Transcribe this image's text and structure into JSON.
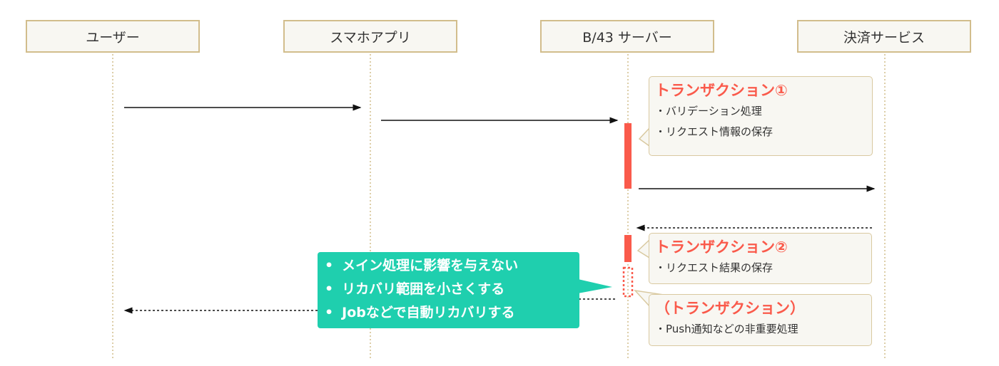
{
  "actors": [
    {
      "label": "ユーザー"
    },
    {
      "label": "スマホアプリ"
    },
    {
      "label": "B/43 サーバー"
    },
    {
      "label": "決済サービス"
    }
  ],
  "notes": [
    {
      "title": "トランザクション①",
      "items": [
        "・バリデーション処理",
        "・リクエスト情報の保存"
      ]
    },
    {
      "title": "トランザクション②",
      "items": [
        "・リクエスト結果の保存"
      ]
    },
    {
      "title": "（トランザクション）",
      "items": [
        "・Push通知などの非重要処理"
      ]
    }
  ],
  "callout": {
    "items": [
      "メイン処理に影響を与えない",
      "リカバリ範囲を小さくする",
      "Jobなどで自動リカバリする"
    ]
  },
  "colors": {
    "accent": "#fa5a4b",
    "callout": "#1fcfae",
    "actor_border": "#d2bd8c",
    "box_fill": "#f8f7f2"
  }
}
